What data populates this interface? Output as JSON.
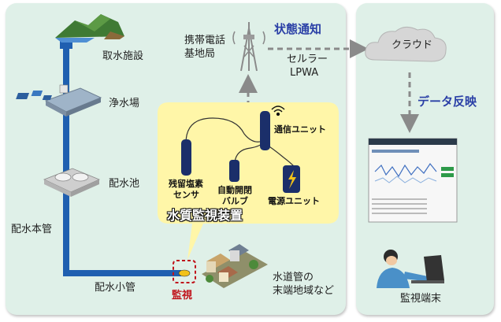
{
  "labels": {
    "intake": "取水施設",
    "purification": "浄水場",
    "distribution_reservoir": "配水池",
    "main_pipe": "配水本管",
    "small_pipe": "配水小管",
    "monitor": "監視",
    "pipe_end_area": [
      "水道管の",
      "末端地域など"
    ],
    "base_station": [
      "携帯電話",
      "基地局"
    ],
    "status_notice": "状態通知",
    "network": [
      "セルラー",
      "LPWA"
    ],
    "cloud": "クラウド",
    "data_reflection": "データ反映",
    "monitor_terminal": "監視端末"
  },
  "device": {
    "title": "水質監視装置",
    "comm_unit": "通信ユニット",
    "chlorine_sensor": [
      "残留塩素",
      "センサ"
    ],
    "valve": [
      "自動開閉",
      "バルブ"
    ],
    "power_unit": "電源ユニット"
  },
  "colors": {
    "left_panel": "#dff0e8",
    "right_panel": "#dff0e8",
    "pipe": "#1f5fb0",
    "accent_blue": "#2a3fa6",
    "monitor_red": "#c0141c",
    "device_bubble": "#fff6a8",
    "device_body": "#1b2f6a",
    "arrow_gray": "#8a8a8a"
  }
}
